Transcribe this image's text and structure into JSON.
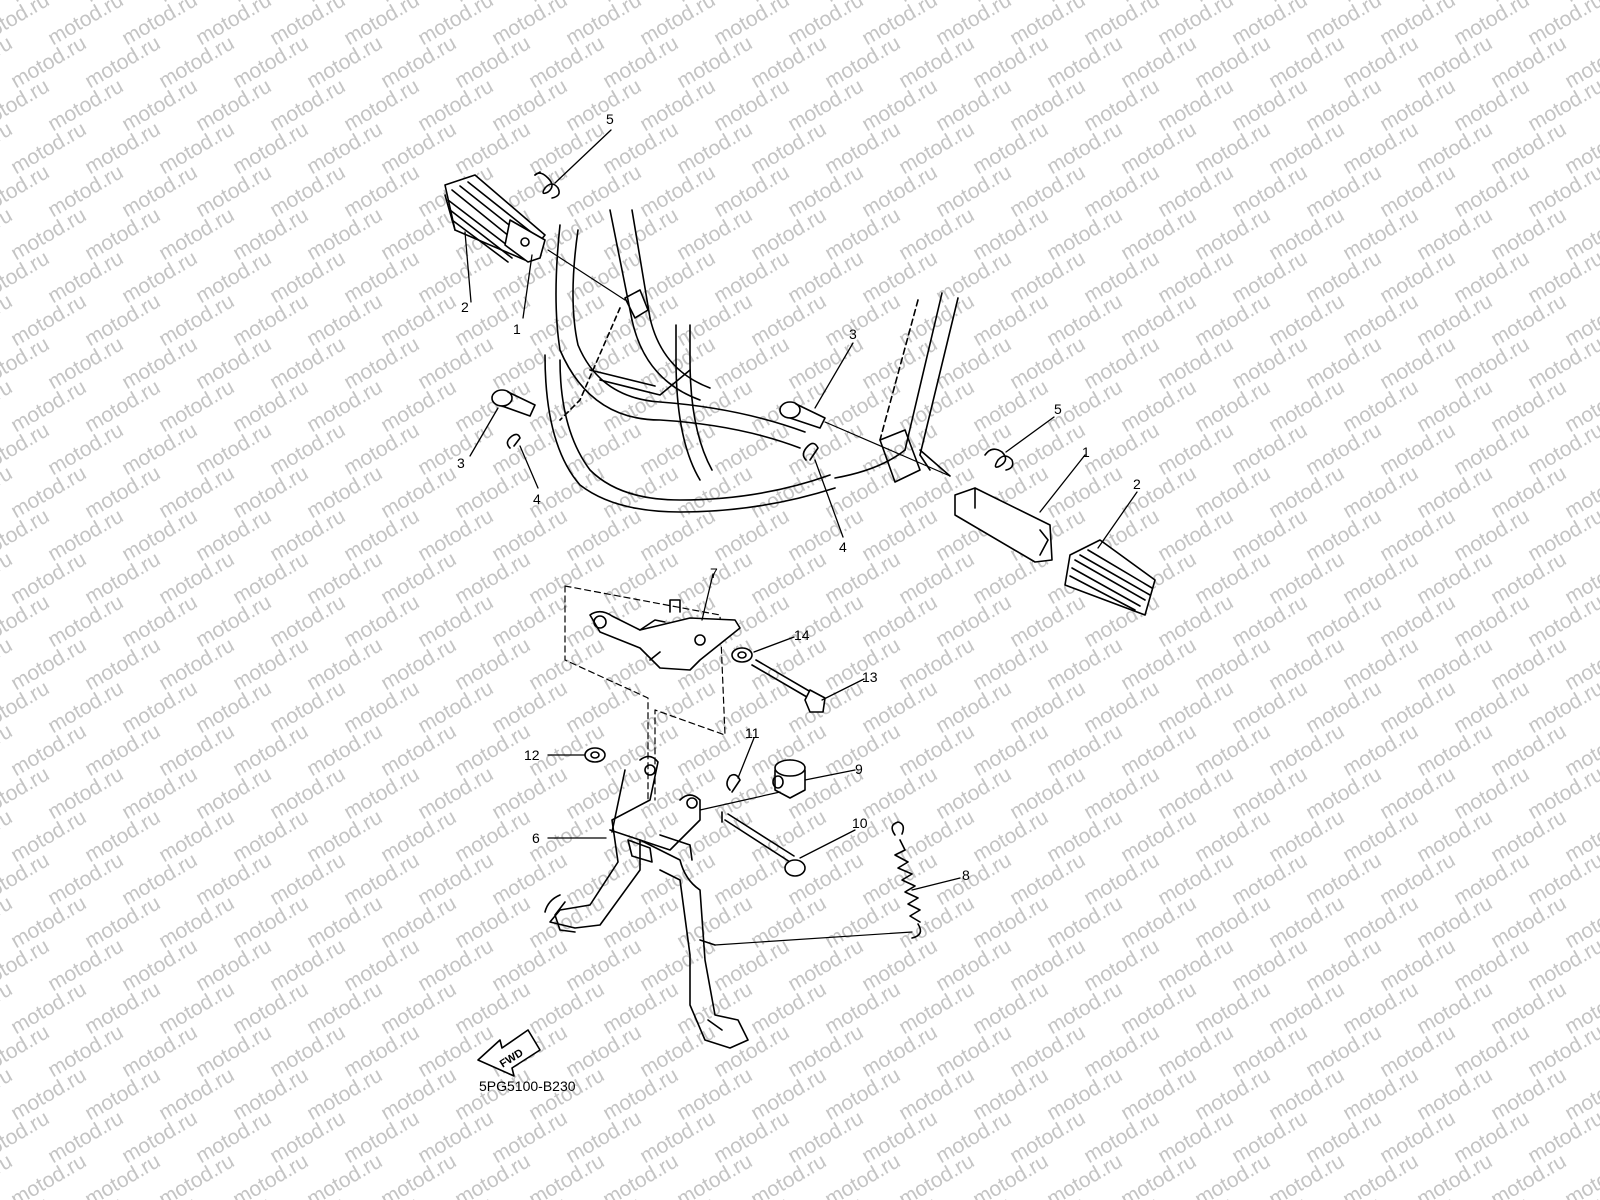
{
  "watermark": "motod.ru",
  "drawing_code": "5PG5100-B230",
  "fwd_label": "FWD",
  "callouts": {
    "c5a": "5",
    "c2a": "2",
    "c1a": "1",
    "c3a": "3",
    "c4a": "4",
    "c3b": "3",
    "c5b": "5",
    "c1b": "1",
    "c2b": "2",
    "c4b": "4",
    "c7": "7",
    "c14": "14",
    "c13": "13",
    "c12": "12",
    "c11": "11",
    "c9": "9",
    "c6": "6",
    "c10": "10",
    "c8": "8"
  }
}
